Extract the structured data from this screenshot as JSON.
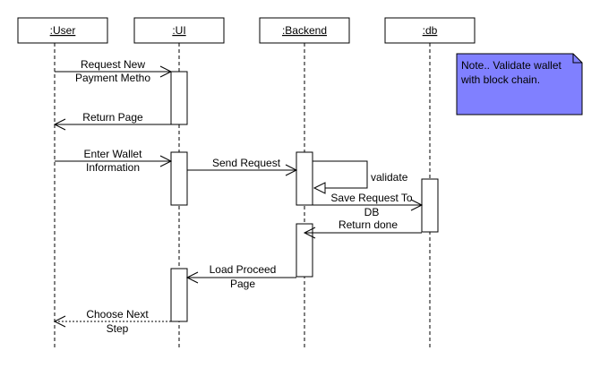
{
  "participants": {
    "user": ":User",
    "ui": ":UI",
    "backend": ":Backend",
    "db": ":db"
  },
  "messages": {
    "m1": [
      "Request New",
      "Payment Metho"
    ],
    "m2": [
      "Return Page"
    ],
    "m3": [
      "Enter Wallet",
      "Information"
    ],
    "m4": [
      "Send Request"
    ],
    "m5": [
      "validate"
    ],
    "m6": [
      "Save Request To",
      "DB"
    ],
    "m7": [
      "Return done"
    ],
    "m8": [
      "Load Proceed",
      "Page"
    ],
    "m9": [
      "Choose Next",
      "Step"
    ]
  },
  "note": {
    "lines": [
      "Note.. Validate wallet",
      "with block chain."
    ],
    "color": "#8080ff"
  }
}
